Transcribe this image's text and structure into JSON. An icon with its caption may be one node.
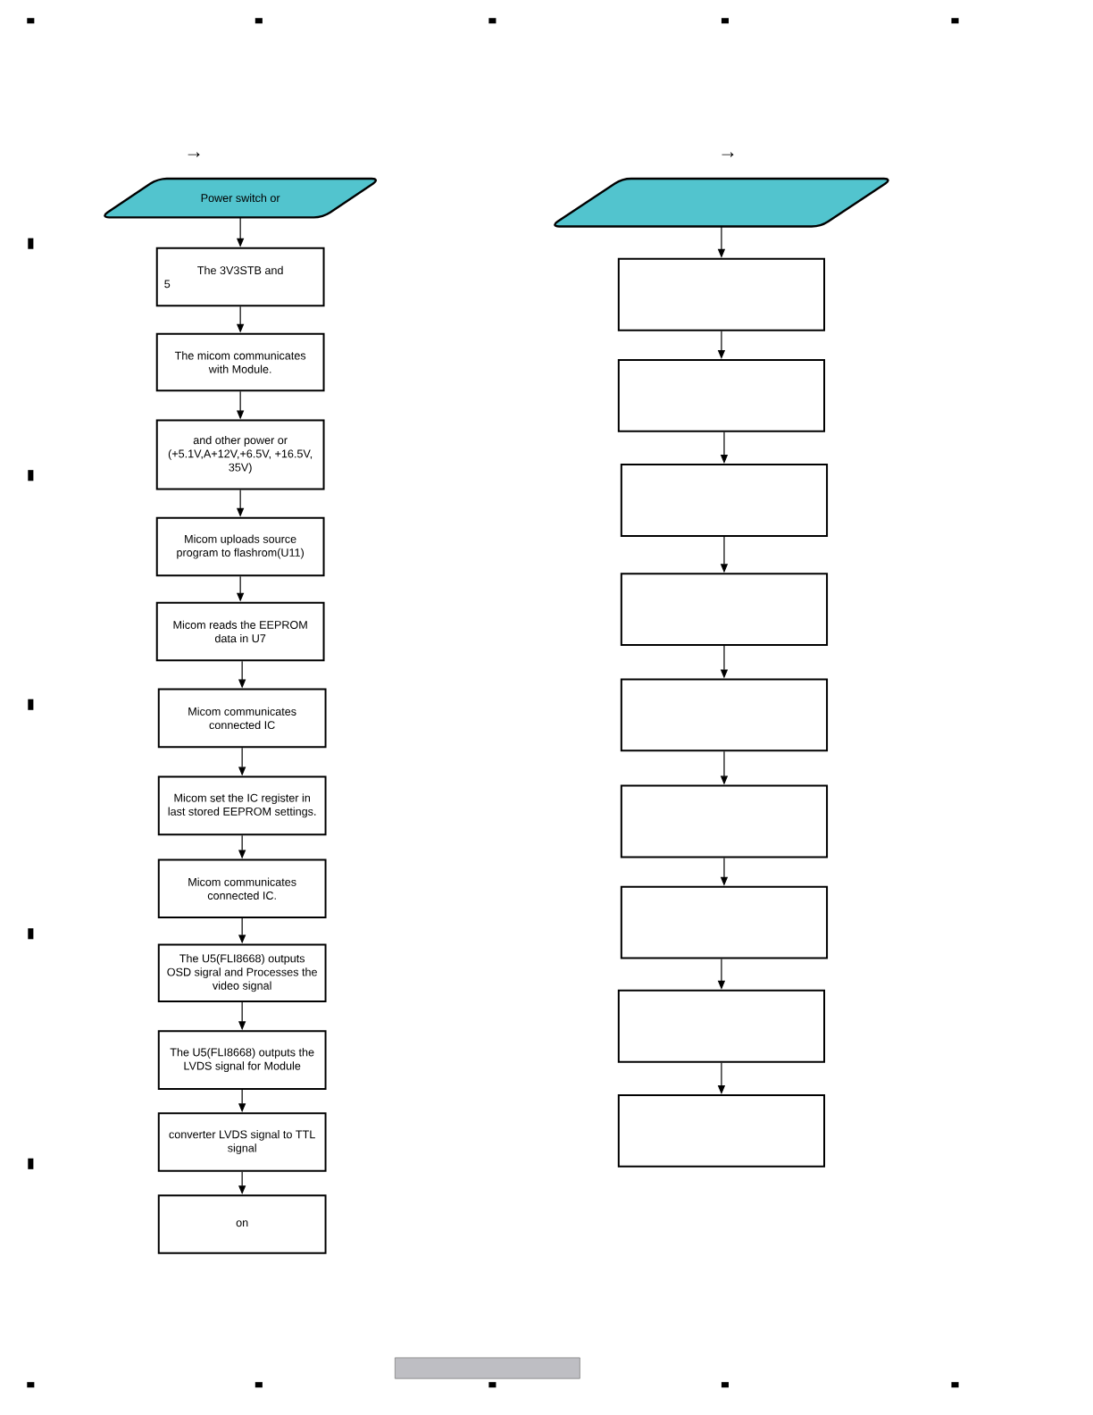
{
  "diagram": {
    "nodes": [
      {
        "text": [
          "Power switch or"
        ]
      },
      {
        "text": [
          "The 3V3STB and",
          "5"
        ]
      },
      {
        "text": [
          "The micom communicates with Module."
        ]
      },
      {
        "text": [
          "and other power or (+5.1V,A+12V,+6.5V, +16.5V, 35V)"
        ]
      },
      {
        "text": [
          "Micom uploads source program to flashrom(U11)"
        ]
      },
      {
        "text": [
          "Micom reads the EEPROM data in U7"
        ]
      },
      {
        "text": [
          "Micom communicates connected IC"
        ]
      },
      {
        "text": [
          "Micom set the IC register in last stored EEPROM settings."
        ]
      },
      {
        "text": [
          "Micom communicates connected IC."
        ]
      },
      {
        "text": [
          "The U5(FLI8668) outputs OSD sigral and Processes the video signal"
        ]
      },
      {
        "text": [
          "The U5(FLI8668) outputs the LVDS signal for Module"
        ]
      },
      {
        "text": [
          "converter LVDS signal to TTL signal"
        ]
      },
      {
        "text": [
          "on"
        ]
      },
      {
        "text": [],
        "shape": "parallelogram"
      },
      {
        "text": [],
        "shape": "box"
      },
      {
        "text": [],
        "shape": "box"
      },
      {
        "text": [],
        "shape": "box"
      },
      {
        "text": [],
        "shape": "box"
      },
      {
        "text": [],
        "shape": "box"
      },
      {
        "text": [],
        "shape": "box"
      },
      {
        "text": [],
        "shape": "box"
      },
      {
        "text": [],
        "shape": "box"
      },
      {
        "text": [],
        "shape": "box"
      }
    ],
    "edges": [
      {
        "from": 0,
        "to": 1,
        "arrow": "to"
      },
      {
        "from": 1,
        "to": 2,
        "arrow": "to"
      },
      {
        "from": 2,
        "to": 3,
        "arrow": "to"
      },
      {
        "from": 3,
        "to": 4,
        "arrow": "to"
      },
      {
        "from": 4,
        "to": 5,
        "arrow": "to"
      },
      {
        "from": 5,
        "to": 6,
        "arrow": "to"
      },
      {
        "from": 6,
        "to": 7,
        "arrow": "to"
      },
      {
        "from": 7,
        "to": 8,
        "arrow": "to"
      },
      {
        "from": 8,
        "to": 9,
        "arrow": "to"
      },
      {
        "from": 9,
        "to": 10,
        "arrow": "to"
      },
      {
        "from": 10,
        "to": 11,
        "arrow": "to"
      },
      {
        "from": 11,
        "to": 12,
        "arrow": "to"
      },
      {
        "from": 13,
        "to": 14,
        "arrow": "to"
      },
      {
        "from": 14,
        "to": 15,
        "arrow": "to"
      },
      {
        "from": 15,
        "to": 16,
        "arrow": "to"
      },
      {
        "from": 16,
        "to": 17,
        "arrow": "to"
      },
      {
        "from": 17,
        "to": 18,
        "arrow": "to"
      },
      {
        "from": 18,
        "to": 19,
        "arrow": "to"
      },
      {
        "from": 19,
        "to": 20,
        "arrow": "to"
      },
      {
        "from": 20,
        "to": 21,
        "arrow": "to"
      },
      {
        "from": 21,
        "to": 22,
        "arrow": "to"
      }
    ],
    "labels": [
      "→",
      "→"
    ]
  }
}
